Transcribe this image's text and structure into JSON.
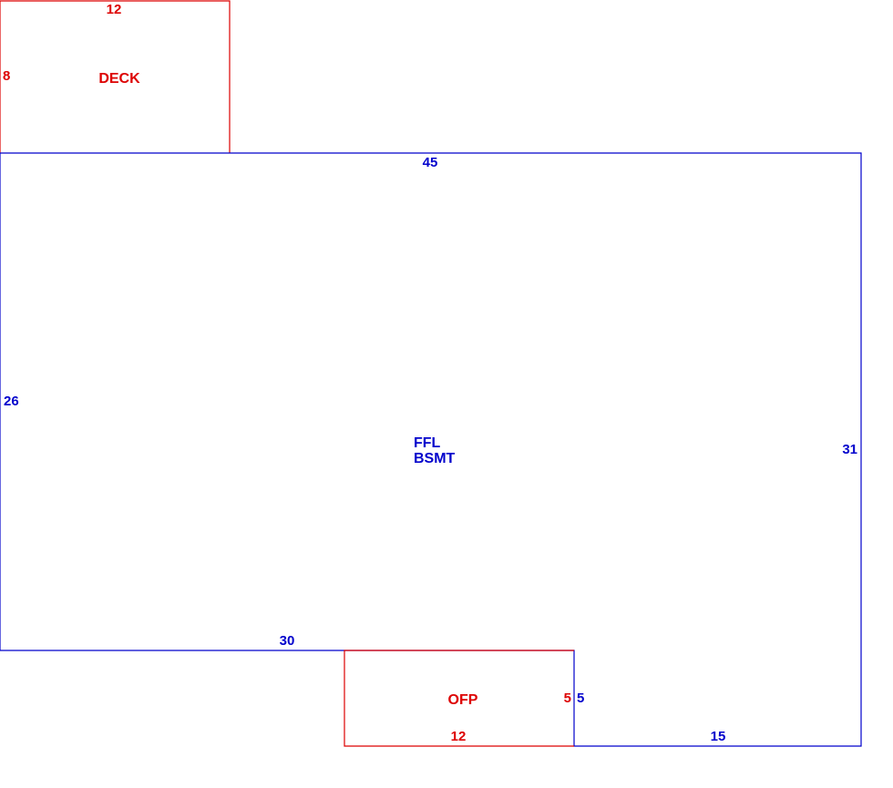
{
  "colors": {
    "main_structure": "#0000cc",
    "additions": "#dd0000",
    "background": "#ffffff"
  },
  "deck": {
    "name": "DECK",
    "top_dimension": "12",
    "side_dimension": "8"
  },
  "main": {
    "name_line1": "FFL",
    "name_line2": "BSMT",
    "top_dimension": "45",
    "left_dimension": "26",
    "right_dimension": "31",
    "bottom_left_dimension": "30",
    "notch_dimension": "5",
    "bottom_right_dimension": "15"
  },
  "ofp": {
    "name": "OFP",
    "bottom_dimension": "12",
    "side_dimension": "5"
  }
}
